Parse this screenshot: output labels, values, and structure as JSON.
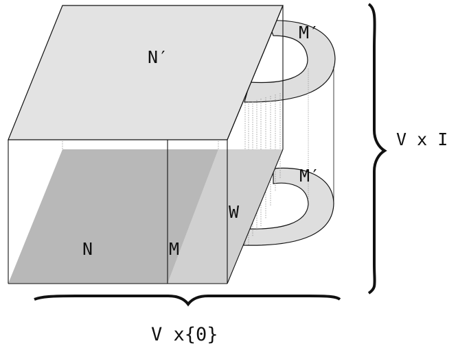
{
  "labels": {
    "top_face": "N′",
    "upper_handle": "M′",
    "lower_handle": "M′",
    "bottom_region": "N",
    "bottom_strip": "M",
    "side_wall": "W",
    "right_brace": "V x I",
    "bottom_brace": "V x{0}"
  },
  "colors": {
    "light_fill": "#e3e3e3",
    "mid_fill": "#d0d0d0",
    "dark_fill": "#b8b8b8",
    "handle_fill": "#dedede",
    "stroke": "#111111",
    "dotted": "#888888"
  }
}
